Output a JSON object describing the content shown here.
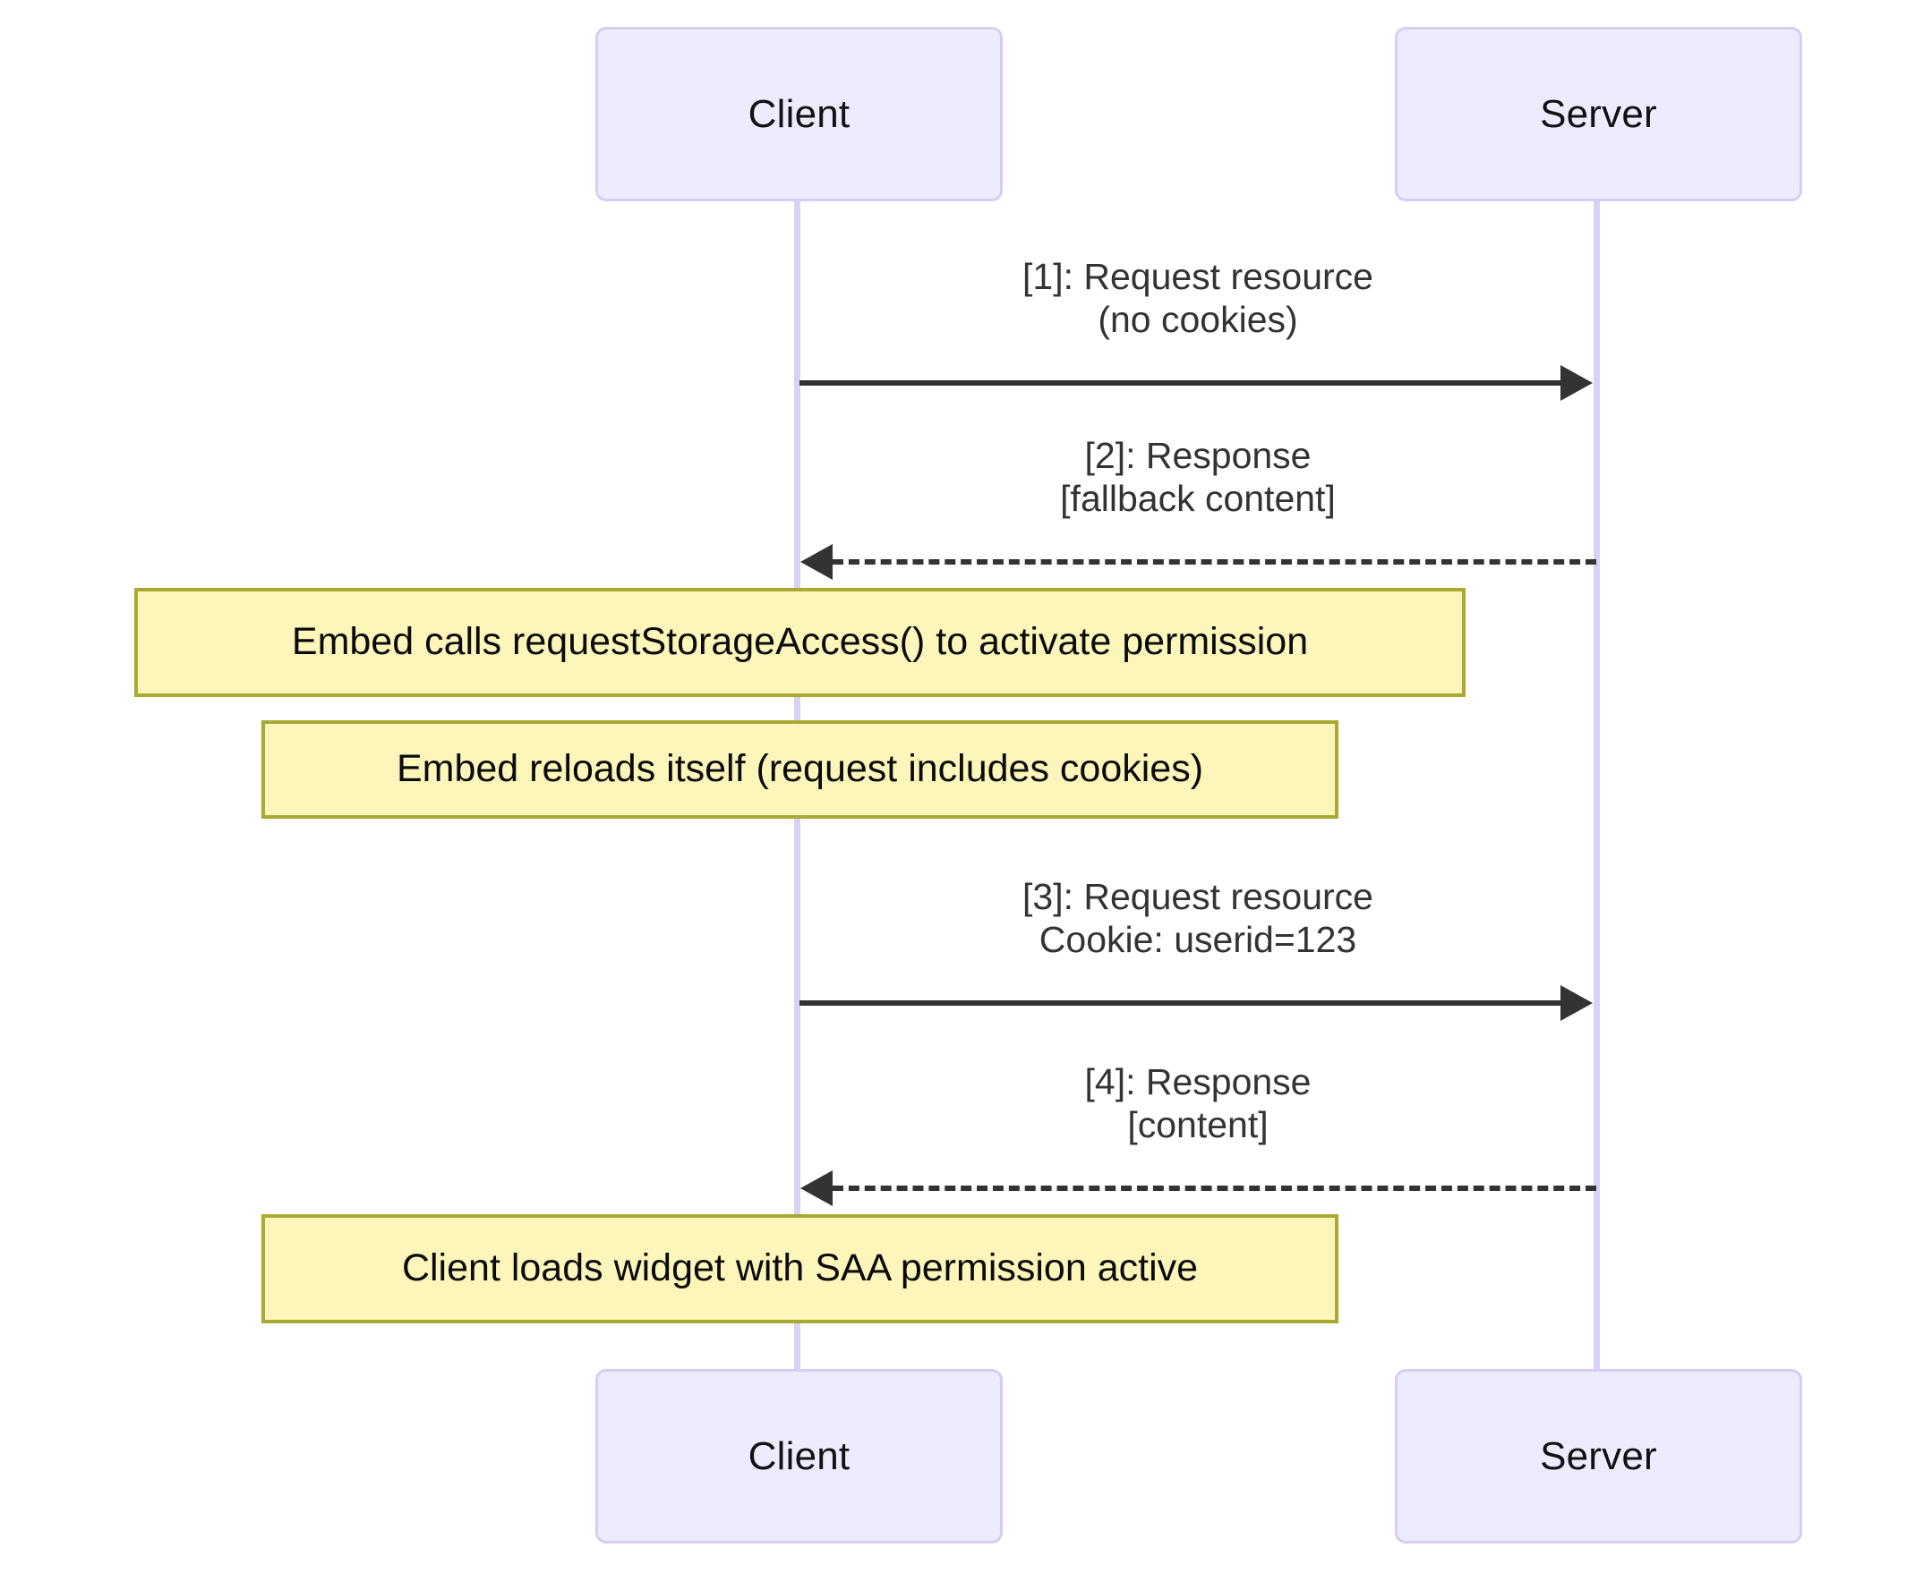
{
  "diagram": {
    "type": "sequence-diagram",
    "title": "",
    "background_color": "#ffffff",
    "colors": {
      "actor_fill": "#ececfe",
      "actor_border": "#d6cdf2",
      "lifeline": "#d9d2f4",
      "arrow": "#333333",
      "note_fill": "#fdf6ba",
      "note_border": "#aaaa33",
      "text": "#121212"
    }
  },
  "participants": [
    {
      "id": "client",
      "label": "Client"
    },
    {
      "id": "server",
      "label": "Server"
    }
  ],
  "participants_bottom": [
    {
      "id": "client",
      "label": "Client"
    },
    {
      "id": "server",
      "label": "Server"
    }
  ],
  "messages": [
    {
      "index": "[1]",
      "label": "[1]: Request resource\n(no cookies)",
      "line1": "[1]: Request resource",
      "line2": "(no cookies)",
      "from": "client",
      "to": "server",
      "direction": "right",
      "style": "solid"
    },
    {
      "index": "[2]",
      "label": "[2]: Response\n[fallback content]",
      "line1": "[2]: Response",
      "line2": "[fallback content]",
      "from": "server",
      "to": "client",
      "direction": "left",
      "style": "dashed"
    },
    {
      "index": "[3]",
      "label": "[3]: Request resource\nCookie: userid=123",
      "line1": "[3]: Request resource",
      "line2": "Cookie: userid=123",
      "from": "client",
      "to": "server",
      "direction": "right",
      "style": "solid"
    },
    {
      "index": "[4]",
      "label": "[4]: Response\n[content]",
      "line1": "[4]: Response",
      "line2": "[content]",
      "from": "server",
      "to": "client",
      "direction": "left",
      "style": "dashed"
    }
  ],
  "notes": [
    {
      "id": "note-1",
      "text": "Embed calls requestStorageAccess() to activate permission",
      "over": "client"
    },
    {
      "id": "note-2",
      "text": "Embed reloads itself (request includes cookies)",
      "over": "client"
    },
    {
      "id": "note-3",
      "text": "Client loads widget with SAA permission active",
      "over": "client"
    }
  ]
}
